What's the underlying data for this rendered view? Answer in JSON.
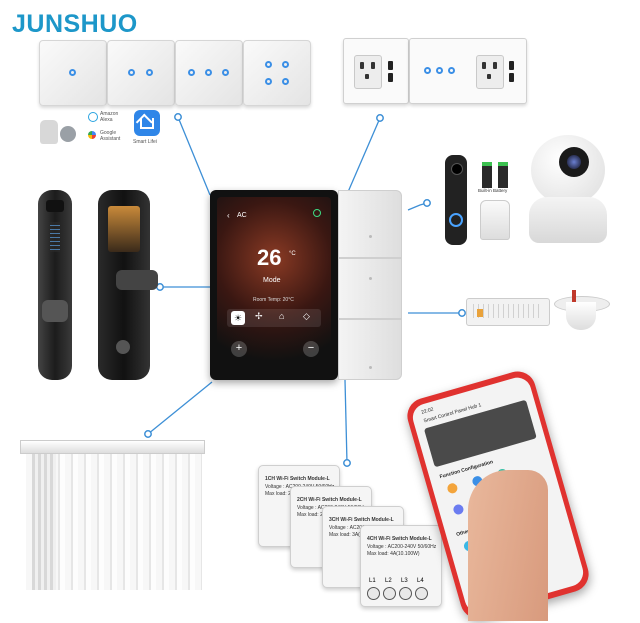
{
  "brand": {
    "name": "JUNSHUO",
    "color": "#1d97c9"
  },
  "voice_assistants": [
    "Amazon Alexa",
    "Google Assistant",
    "Smart Lifei"
  ],
  "central_panel": {
    "back_label": "AC",
    "temperature": "26",
    "unit": "°C",
    "mode_label": "Mode",
    "room_temp": "Room Temp:  20°C",
    "plus": "+",
    "minus": "−"
  },
  "doorbell_caption": "Built-in Battery",
  "modules": [
    {
      "title": "1CH Wi-Fi Switch Module-L",
      "voltage": "Voltage : AC200-240V 50/60Hz",
      "load": "Max load: 2A(1000W)"
    },
    {
      "title": "2CH Wi-Fi Switch Module-L",
      "voltage": "Voltage : AC200-240V 50/60Hz",
      "load": "Max load: 2A(1000W)"
    },
    {
      "title": "3CH Wi-Fi Switch Module-L",
      "voltage": "Voltage : AC200-240V 50/60Hz",
      "load": "Max load: 3A(1000W)"
    },
    {
      "title": "4CH Wi-Fi Switch Module-L",
      "voltage": "Voltage : AC200-240V 50/60Hz",
      "load": "Max load: 4A(10.100W)"
    }
  ],
  "terminals": [
    "L1",
    "L2",
    "L3",
    "L4"
  ],
  "phone": {
    "time": "22:02",
    "header": "Smart Control Panel Hub 1",
    "section": "Function Configuration",
    "services_title": "Other Services"
  },
  "colors": {
    "accent": "#3b8fe6",
    "wire": "#3d8fd6",
    "phone": "#e0322f"
  }
}
